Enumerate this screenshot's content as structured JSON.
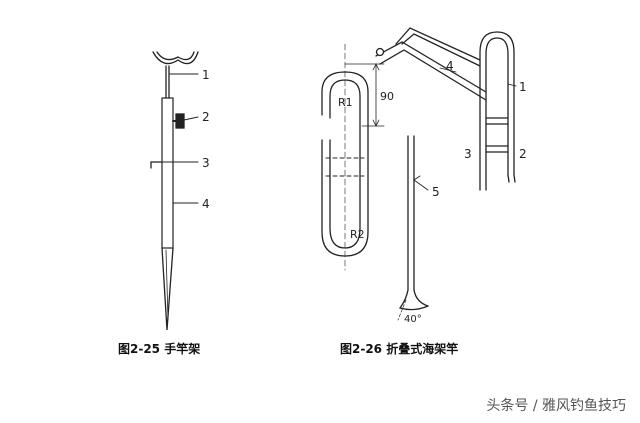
{
  "figure_left": {
    "caption": "图2-25  手竿架",
    "labels": [
      "1",
      "2",
      "3",
      "4"
    ]
  },
  "figure_right": {
    "caption": "图2-26  折叠式海架竿",
    "labels": [
      "1",
      "2",
      "3",
      "4",
      "5"
    ],
    "dimension": "90",
    "radius_1": "R1",
    "radius_2": "R2",
    "angle": "40°"
  },
  "watermark": "头条号 / 雅风钓鱼技巧"
}
